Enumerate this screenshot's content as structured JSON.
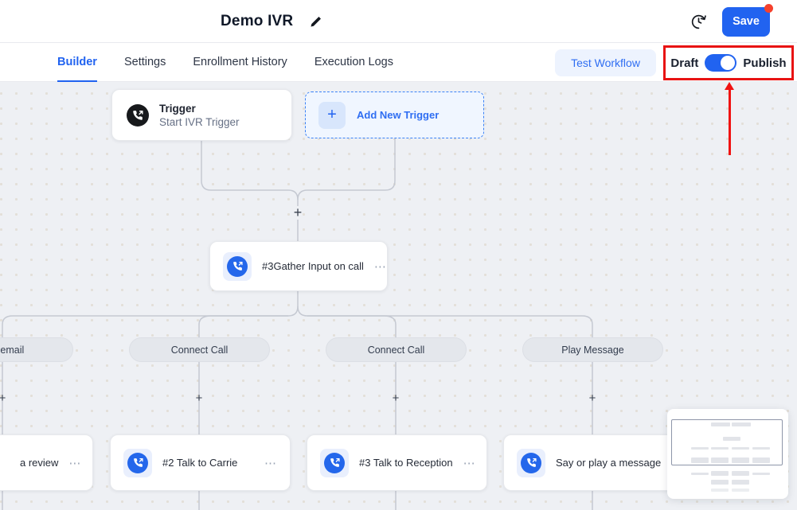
{
  "header": {
    "title": "Demo IVR",
    "save_label": "Save"
  },
  "tabs": {
    "builder": "Builder",
    "settings": "Settings",
    "enrollment_history": "Enrollment History",
    "execution_logs": "Execution Logs"
  },
  "actions": {
    "test_workflow": "Test Workflow",
    "draft": "Draft",
    "publish": "Publish",
    "publish_toggle_on": true
  },
  "icons": {
    "plus": "+",
    "ellipsis": "...",
    "pencil": "edit",
    "clock": "version-history"
  },
  "colors": {
    "accent_blue": "#2163f0",
    "highlight_red": "#e81313",
    "save_badge_red": "#f5412d",
    "canvas_bg": "#eef0f4",
    "node_icon_blue": "#2467eb",
    "trigger_icon_black": "#17191c",
    "pill_bg": "#e4e7ec",
    "connector_gray": "#c5c9d2"
  },
  "canvas": {
    "trigger_node": {
      "title": "Trigger",
      "subtitle": "Start IVR Trigger"
    },
    "add_trigger_label": "Add New Trigger",
    "gather_node_label": "#3Gather Input on call",
    "branches": [
      "Voicemail",
      "Connect Call",
      "Connect Call",
      "Play Message"
    ],
    "action_nodes": [
      "a review",
      "#2 Talk to Carrie",
      "#3 Talk to Reception",
      "Say or play a message"
    ],
    "plus_symbol": "+",
    "menu_symbol": "⋯"
  }
}
